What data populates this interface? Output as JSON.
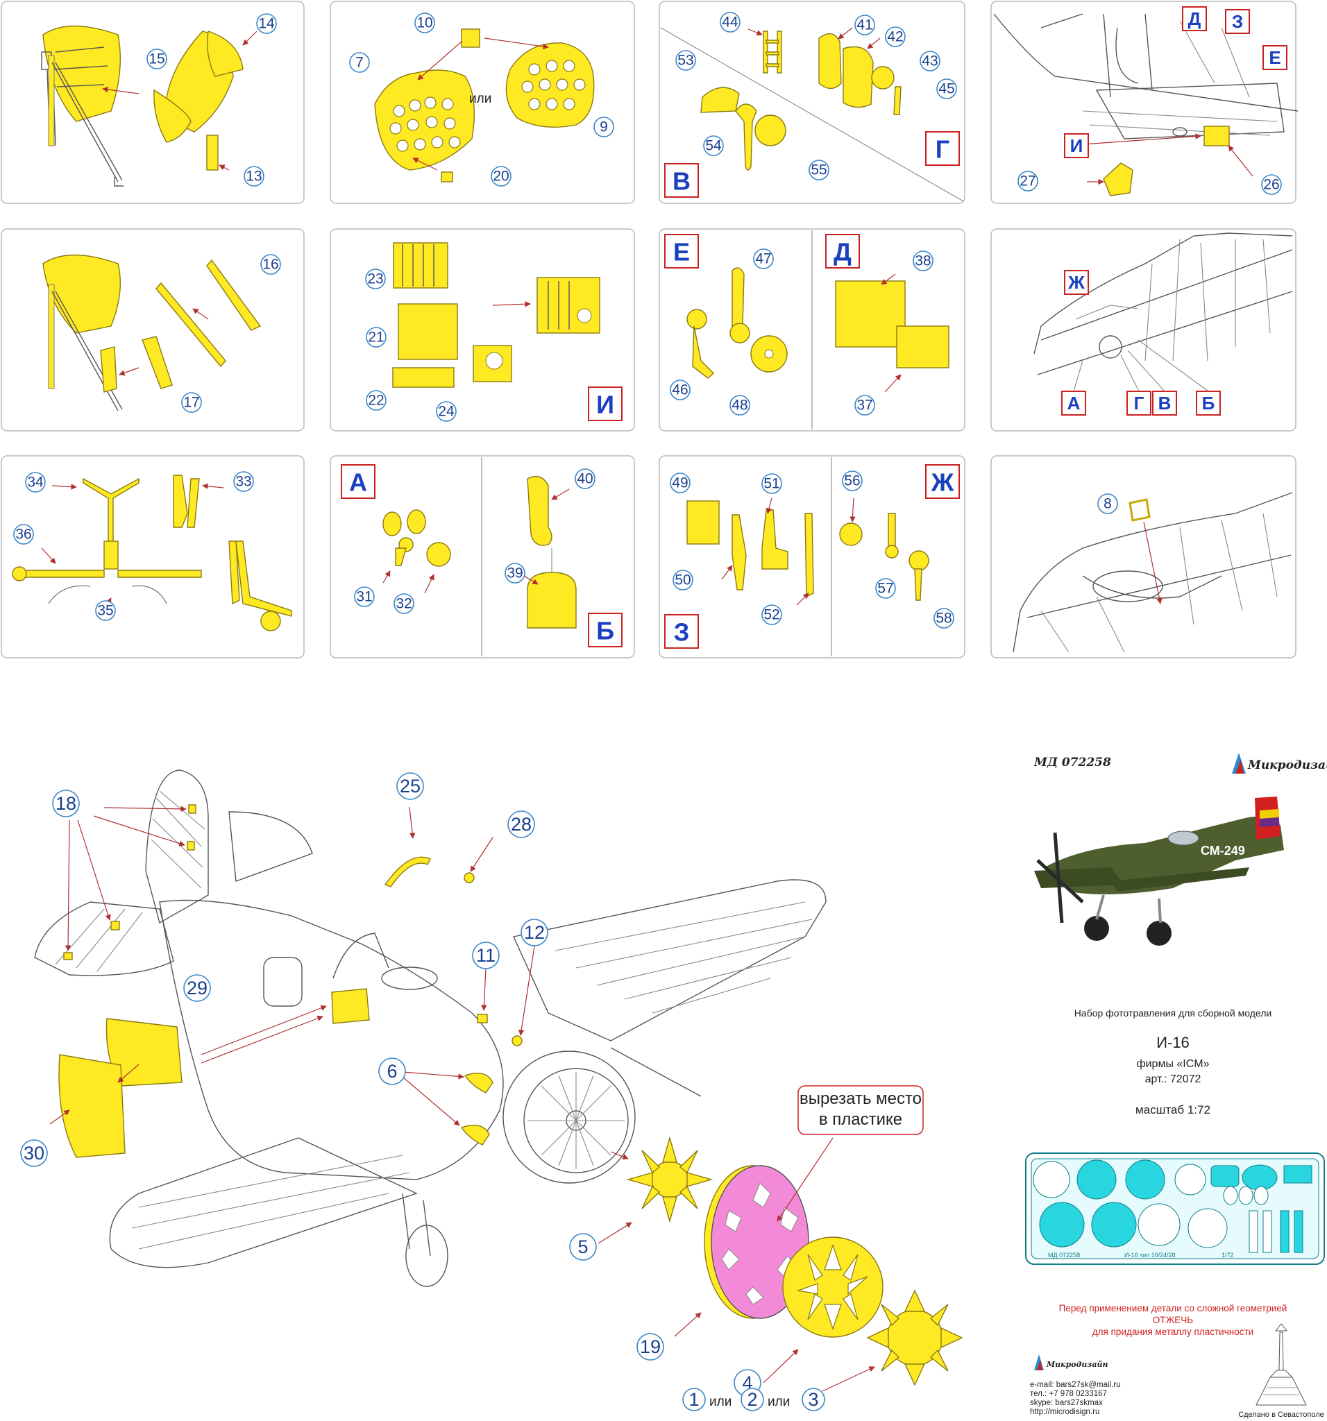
{
  "panels": [
    {
      "id": "p1",
      "parts": [
        "14",
        "15",
        "13"
      ]
    },
    {
      "id": "p2",
      "parts": [
        "10",
        "7",
        "9",
        "20"
      ],
      "or_text": "или"
    },
    {
      "id": "p3",
      "parts": [
        "44",
        "41",
        "42",
        "53",
        "43",
        "45",
        "54",
        "55"
      ],
      "letters": [
        "В",
        "Г"
      ]
    },
    {
      "id": "p4",
      "parts": [
        "27",
        "26"
      ],
      "letters": [
        "Д",
        "З",
        "Е",
        "И"
      ]
    },
    {
      "id": "p5",
      "parts": [
        "16",
        "17"
      ]
    },
    {
      "id": "p6",
      "parts": [
        "23",
        "21",
        "22",
        "24"
      ],
      "letters": [
        "И"
      ]
    },
    {
      "id": "p7",
      "parts": [
        "47",
        "46",
        "48",
        "38",
        "37"
      ],
      "letters": [
        "Е",
        "Д"
      ]
    },
    {
      "id": "p8",
      "letters": [
        "Ж",
        "А",
        "Г",
        "В",
        "Б"
      ]
    },
    {
      "id": "p9",
      "parts": [
        "34",
        "33",
        "36",
        "35"
      ]
    },
    {
      "id": "p10",
      "parts": [
        "31",
        "32",
        "40",
        "39"
      ],
      "letters": [
        "А",
        "Б"
      ]
    },
    {
      "id": "p11",
      "parts": [
        "49",
        "51",
        "50",
        "52",
        "56",
        "57",
        "58"
      ],
      "letters": [
        "З",
        "Ж"
      ]
    },
    {
      "id": "p12",
      "parts": [
        "8"
      ]
    }
  ],
  "main": {
    "callouts": [
      "18",
      "25",
      "28",
      "12",
      "11",
      "29",
      "6",
      "30",
      "5",
      "19",
      "4"
    ],
    "cut_note": [
      "вырезать место",
      "в пластике"
    ],
    "options": {
      "a": "1",
      "b": "2",
      "c": "3",
      "or": "или"
    }
  },
  "info": {
    "article_code": "МД 072258",
    "brand": "Микродизайн",
    "description": "Набор фототравления для сборной модели",
    "model": "И-16",
    "maker": "фирмы «ICM»",
    "article": "арт.: 72072",
    "scale": "масштаб 1:72",
    "sheet_label": [
      "МД 072258",
      "И-16 тип 10/24/28",
      "1/72"
    ],
    "plane_marking": "СМ-249",
    "warning": [
      "Перед применением детали со сложной геометрией",
      "ОТЖЕЧЬ",
      "для придания металлу пластичности"
    ],
    "contacts": [
      "e-mail: bars27sk@mail.ru",
      "тел.: +7 978 0233167",
      "skype: bars27skmax",
      "http://microdisign.ru"
    ],
    "made_in": "Сделано в Севастополе"
  },
  "colors": {
    "part": "#ffe923",
    "pink": "#f28ad8",
    "sheet": "#29d6e0",
    "bubble": "#3a86c8",
    "letter_border": "#cc2020",
    "plane": "#4e5e2e",
    "plane_red": "#d02020"
  }
}
